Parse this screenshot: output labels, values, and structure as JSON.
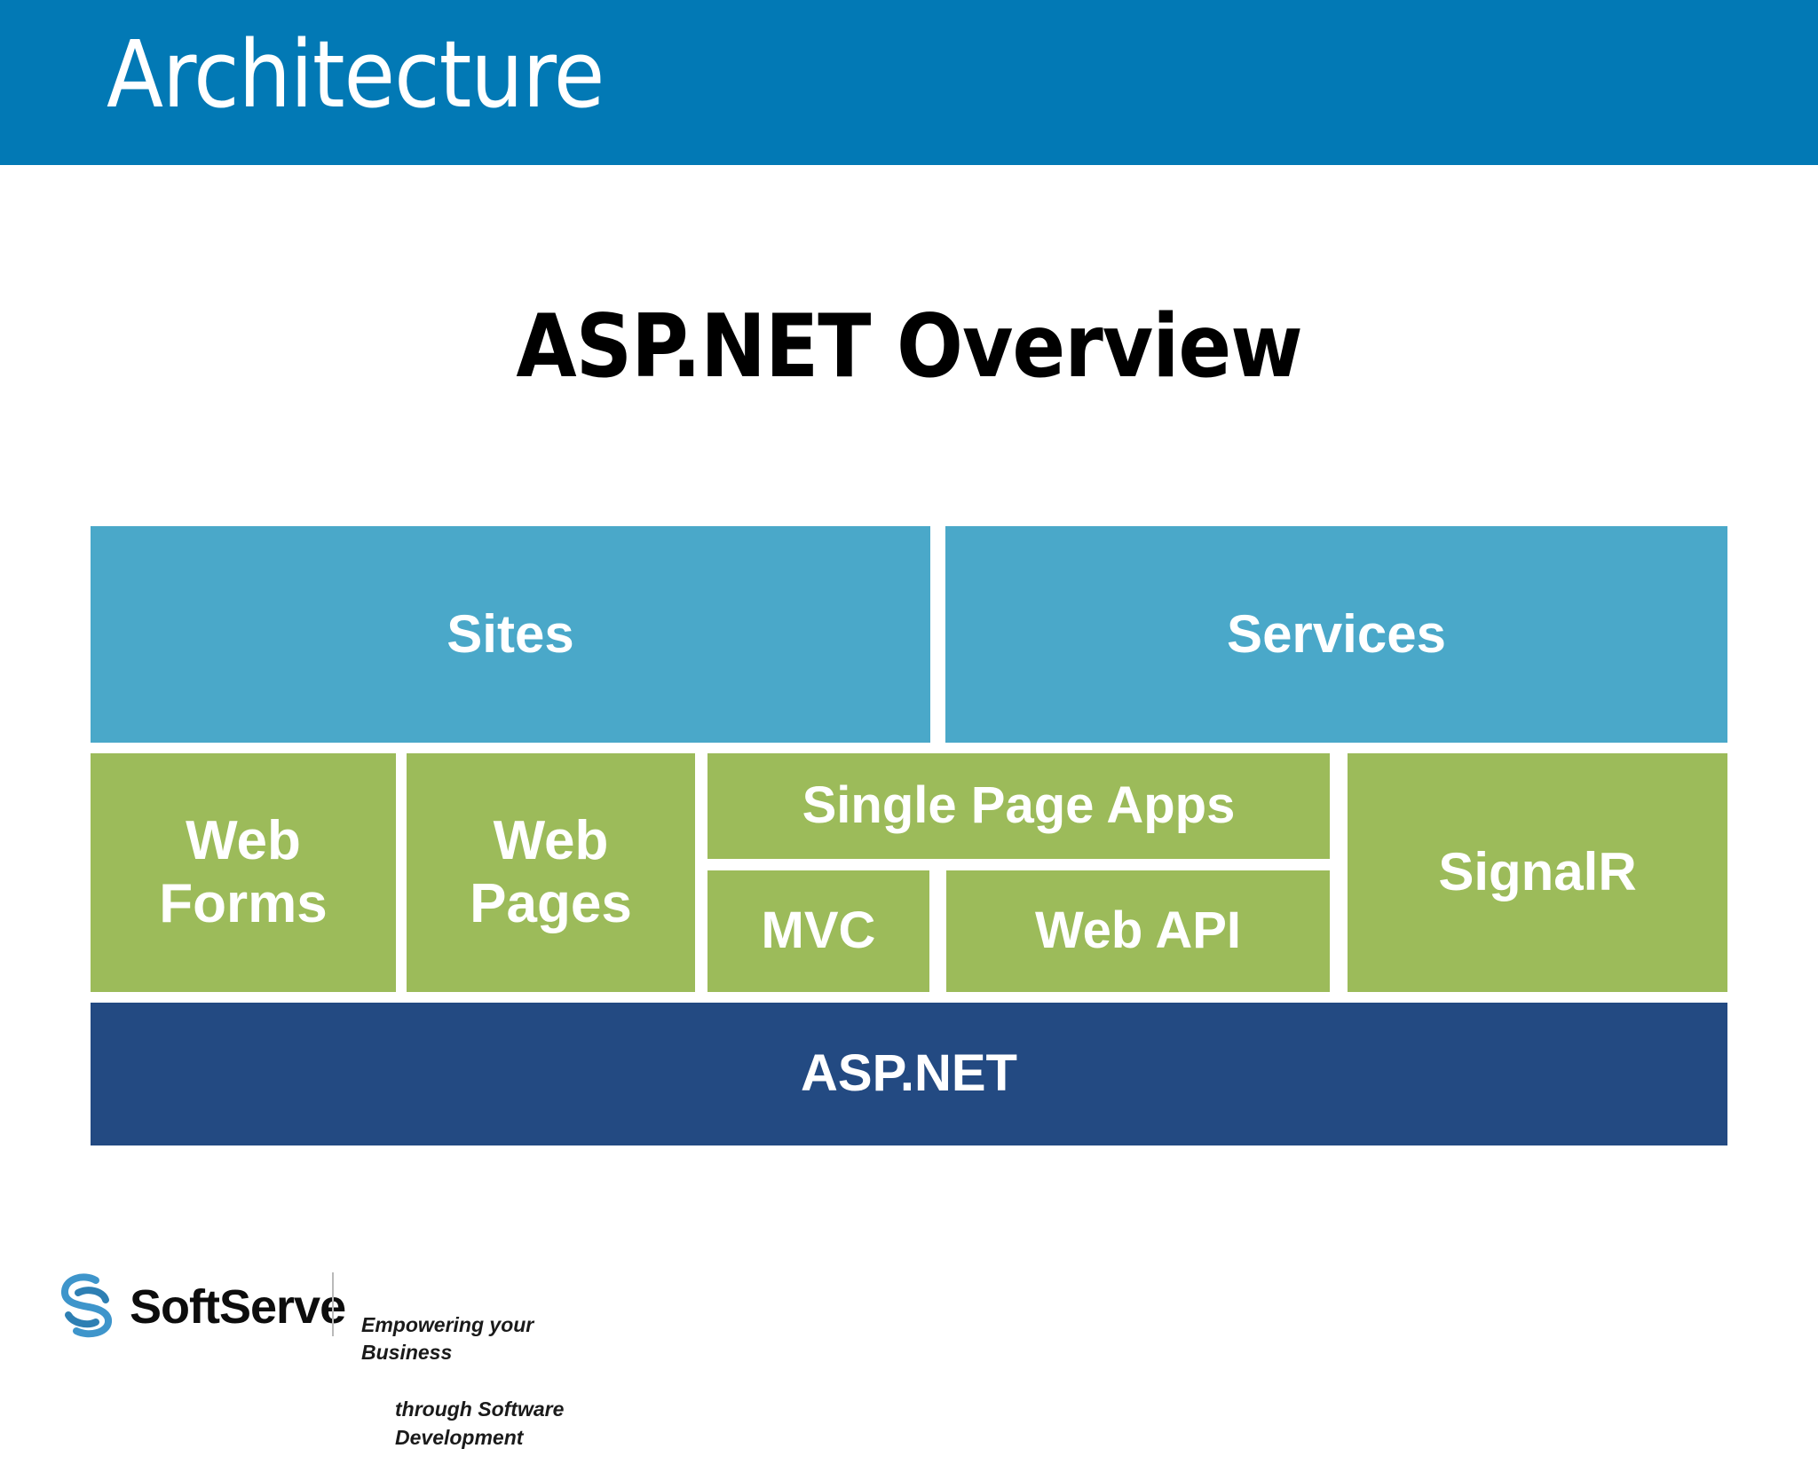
{
  "header": {
    "title": "Architecture",
    "background_color": "#0279B5"
  },
  "slide": {
    "title": "ASP.NET Overview"
  },
  "diagram": {
    "type": "layered-architecture-stack",
    "colors": {
      "presentation_tier": "#4AA8C9",
      "framework_tier": "#9CBB5A",
      "platform_tier": "#234A82",
      "box_text": "#FFFFFF"
    },
    "rows": [
      {
        "name": "application-type-row",
        "boxes": [
          {
            "id": "sites",
            "label": "Sites"
          },
          {
            "id": "services",
            "label": "Services"
          }
        ]
      },
      {
        "name": "framework-row",
        "boxes": [
          {
            "id": "web-forms",
            "label": "Web\nForms"
          },
          {
            "id": "web-pages",
            "label": "Web\nPages"
          },
          {
            "id": "single-page-apps",
            "label": "Single Page Apps"
          },
          {
            "id": "mvc",
            "label": "MVC"
          },
          {
            "id": "web-api",
            "label": "Web API"
          },
          {
            "id": "signalr",
            "label": "SignalR"
          }
        ]
      },
      {
        "name": "platform-row",
        "boxes": [
          {
            "id": "aspnet",
            "label": "ASP.NET"
          }
        ]
      }
    ]
  },
  "footer": {
    "logo": {
      "mark_name": "softserve-double-s-swirl",
      "mark_color": "#3E95CB",
      "wordmark": "SoftServe",
      "tagline_line_1": "Empowering your Business",
      "tagline_line_2": "through Software Development"
    }
  }
}
